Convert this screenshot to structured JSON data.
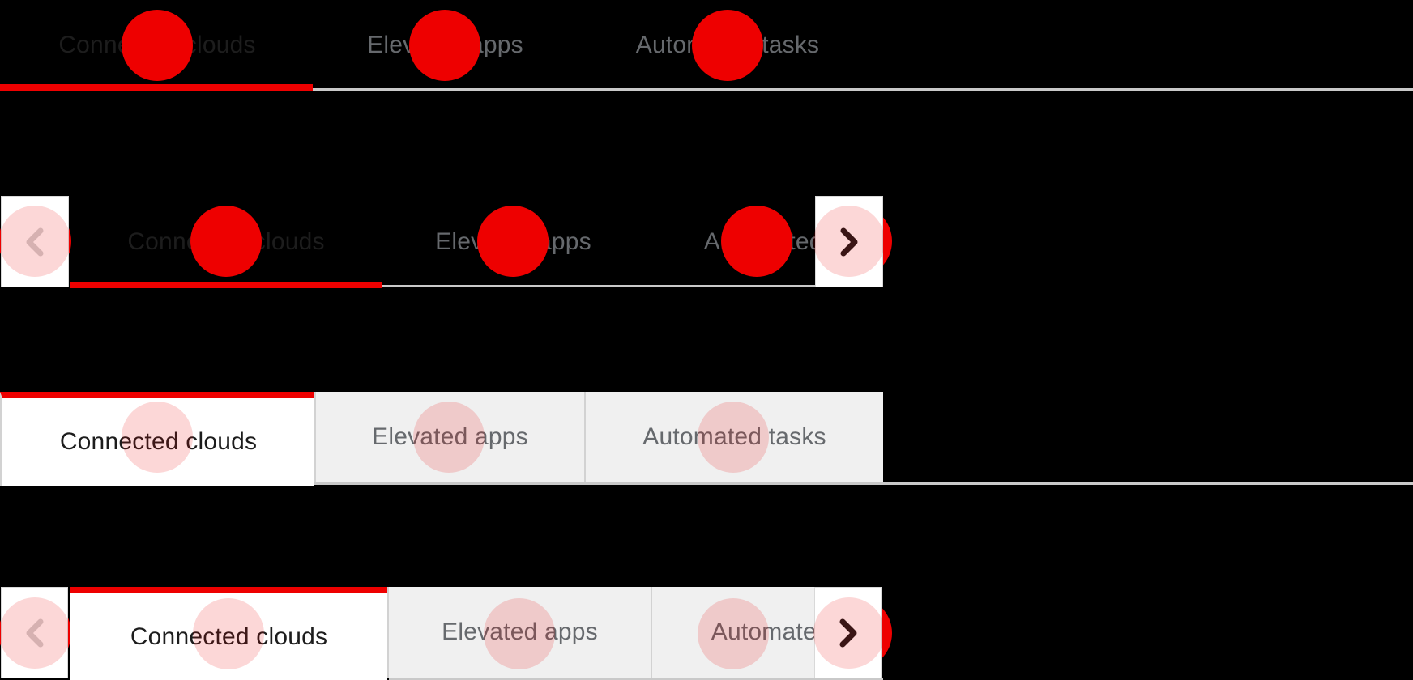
{
  "colors": {
    "background": "#000000",
    "brand_red": "#ee0000",
    "pink_overlay": "rgba(238,0,0,0.155)",
    "gray_border_line": "#c9c9c9",
    "tab_separator": "#d2d2d2",
    "active_tab_text": "#1d1d1d",
    "inactive_tab_text": "#66696d",
    "box_tab_bg": "#f0f0f0",
    "surface_white": "#ffffff",
    "chevron_disabled": "#d2d2d2",
    "chevron_enabled": "#1a1a1a"
  },
  "rows": [
    {
      "variant": "underline-tabs",
      "tabs": [
        {
          "label": "Connected clouds",
          "active": true
        },
        {
          "label": "Elevated apps",
          "active": false
        },
        {
          "label": "Automated tasks",
          "active": false
        }
      ]
    },
    {
      "variant": "underline-tabs-scrollable",
      "scroll_left": {
        "icon": "chevron-left-icon",
        "disabled": true
      },
      "scroll_right": {
        "icon": "chevron-right-icon",
        "disabled": false
      },
      "tabs": [
        {
          "label": "Connected clouds",
          "active": true
        },
        {
          "label": "Elevated apps",
          "active": false
        },
        {
          "label": "Automated tasks",
          "active": false,
          "truncated": true
        }
      ]
    },
    {
      "variant": "box-tabs",
      "tabs": [
        {
          "label": "Connected clouds",
          "active": true
        },
        {
          "label": "Elevated apps",
          "active": false
        },
        {
          "label": "Automated tasks",
          "active": false
        }
      ]
    },
    {
      "variant": "box-tabs-scrollable",
      "scroll_left": {
        "icon": "chevron-left-icon",
        "disabled": true
      },
      "scroll_right": {
        "icon": "chevron-right-icon",
        "disabled": false
      },
      "tabs": [
        {
          "label": "Connected clouds",
          "active": true
        },
        {
          "label": "Elevated apps",
          "active": false
        },
        {
          "label": "Automated tasks",
          "active": false,
          "truncated": true
        }
      ]
    }
  ]
}
